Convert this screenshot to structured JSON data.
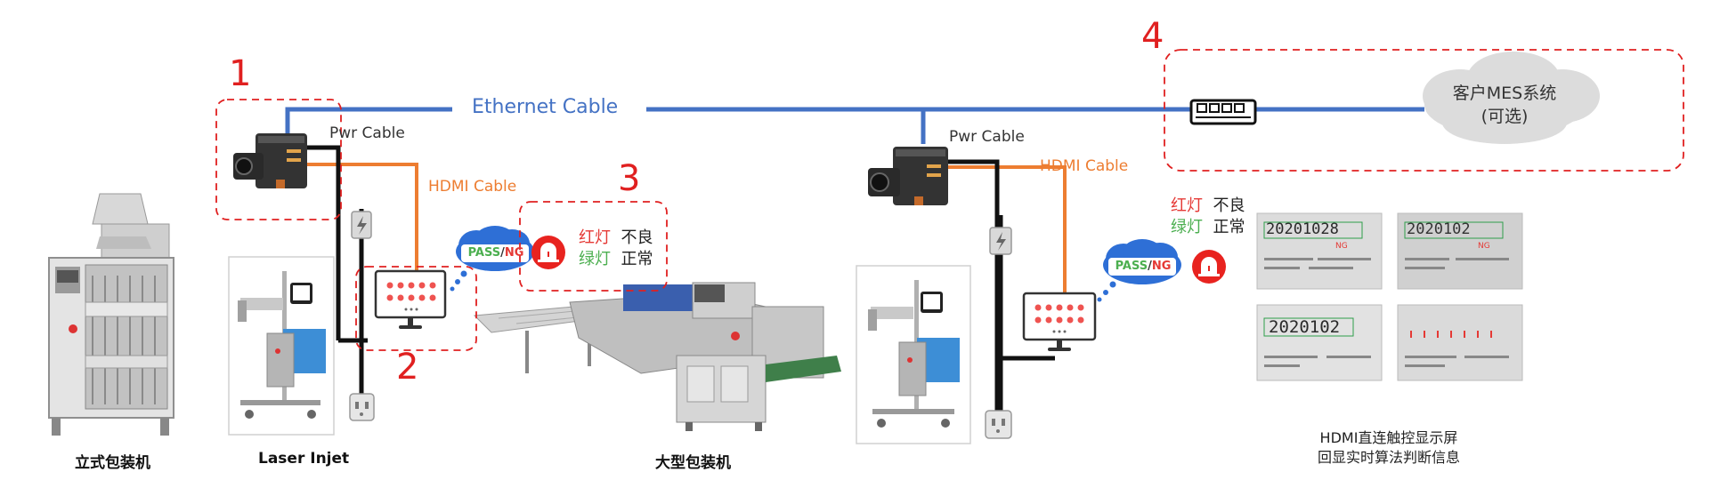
{
  "cables": {
    "ethernet": "Ethernet Cable",
    "pwr_left": "Pwr Cable",
    "pwr_right": "Pwr Cable",
    "hdmi_left": "HDMI Cable",
    "hdmi_right": "HDMI Cable"
  },
  "markers": [
    "1",
    "2",
    "3",
    "4"
  ],
  "cloud": {
    "line1": "客户MES系统",
    "line2": "(可选)"
  },
  "bubble": {
    "pass": "PASS",
    "sep": "/",
    "ng": "NG"
  },
  "status": {
    "red_label": "红灯",
    "red_value": "不良",
    "green_label": "绿灯",
    "green_value": "正常"
  },
  "captions": {
    "vertical_packer": "立式包装机",
    "laser_injet": "Laser Injet",
    "large_packer": "大型包装机",
    "display_line1": "HDMI直连触控显示屏",
    "display_line2": "回显实时算法判断信息"
  },
  "samples": {
    "codes": [
      "20201028",
      "2020102",
      "2020102",
      ""
    ],
    "cap_top_left": "NG",
    "cap_top_right": "NG"
  },
  "colors": {
    "ethernet": "#4472c4",
    "hdmi": "#ed7d31",
    "power": "#111111",
    "marker": "#e02020",
    "pass": "#4caf50",
    "ng": "#e53935",
    "bubble": "#2e6fd6",
    "alarm": "#e8231f"
  }
}
